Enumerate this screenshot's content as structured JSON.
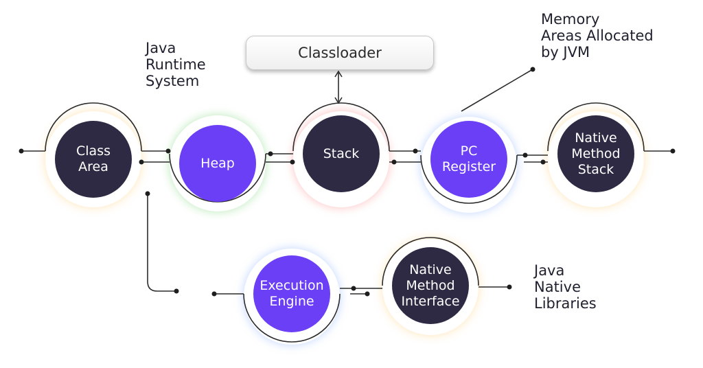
{
  "labels": {
    "java_runtime_system": "Java\nRuntime\nSystem",
    "memory_areas": "Memory\nAreas Allocated\nby JVM",
    "java_native_libraries": "Java\nNative\nLibraries"
  },
  "classloader": "Classloader",
  "nodes": {
    "class_area": "Class\nArea",
    "heap": "Heap",
    "stack": "Stack",
    "pc_register": "PC\nRegister",
    "native_method_stack": "Native\nMethod\nStack",
    "execution_engine": "Execution\nEngine",
    "native_method_interface": "Native\nMethod\nInterface"
  },
  "colors": {
    "dark_node": "#2e2a43",
    "purple_node": "#6b3ff5",
    "line": "#2b2b2b",
    "glow_orange": "#ffcf7a",
    "glow_green": "#7ed67a",
    "glow_red": "#ff8a8a",
    "glow_blue": "#8fb4ff"
  }
}
